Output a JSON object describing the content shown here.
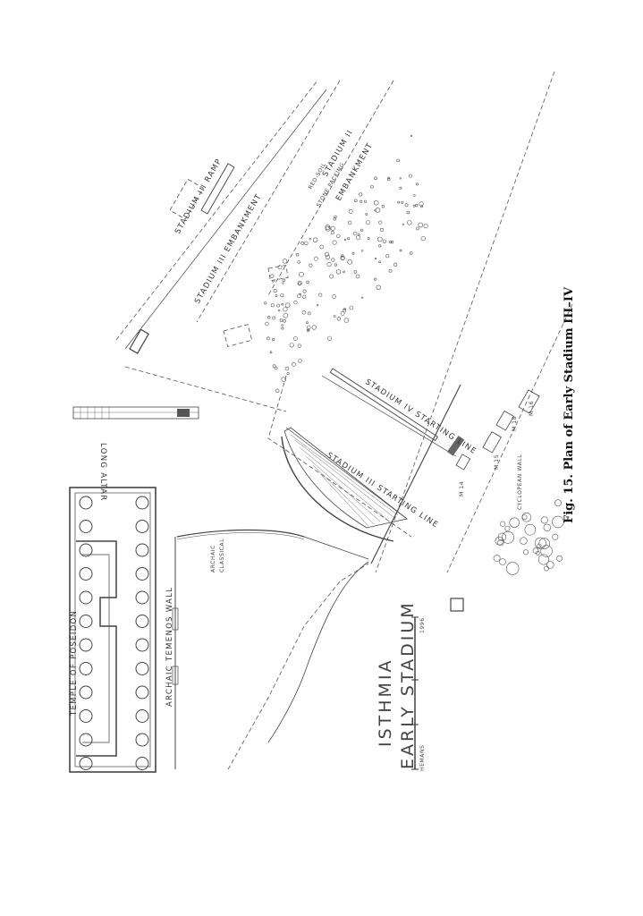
{
  "caption": "Fig. 15. Plan of Early Stadium III–IV",
  "title": {
    "line1": "ISTHMIA",
    "line2": "EARLY STADIUM"
  },
  "scale": {
    "author": "HEMANS",
    "year": "1996"
  },
  "labels": {
    "temple": "TEMPLE OF POSEIDON",
    "archaic_wall": "ARCHAIC TEMENOS WALL",
    "archaic": "ARCHAIC",
    "classical": "CLASSICAL",
    "long_altar": "LONG ALTAR",
    "stadium3_ramp": "STADIUM III RAMP",
    "stadium3_embankment": "STADIUM III EMBANKMENT",
    "stadium2": "STADIUM II",
    "stadium2_embankment": "EMBANKMENT",
    "red_soil": "RED-SOIL",
    "stone_packing": "STONE PACKING",
    "stadium3_start": "STADIUM III STARTING LINE",
    "stadium4_start": "STADIUM IV STARTING LINE",
    "cyclopean": "CYCLOPEAN WALL",
    "m14": "M 14",
    "m15": "M 15",
    "m16": "M 16",
    "m18": "M 18"
  }
}
